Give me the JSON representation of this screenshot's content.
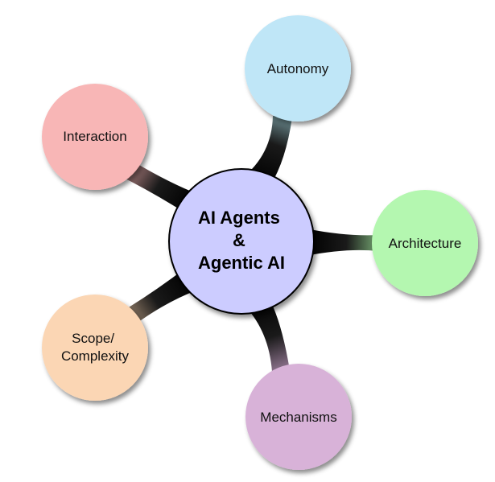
{
  "center": {
    "lines": [
      "AI Agents",
      "&",
      "Agentic AI"
    ],
    "color": "#ccccff"
  },
  "branches": [
    {
      "lines": [
        "Autonomy"
      ],
      "color": "#bfe6f7",
      "connector_color": "#a8e0e8"
    },
    {
      "lines": [
        "Architecture"
      ],
      "color": "#b4f7b0",
      "connector_color": "#a4f0a0"
    },
    {
      "lines": [
        "Mechanisms"
      ],
      "color": "#d8b2d8",
      "connector_color": "#c8a0c8"
    },
    {
      "lines": [
        "Scope/",
        "Complexity"
      ],
      "color": "#fbd6b4",
      "connector_color": "#e8c4a0"
    },
    {
      "lines": [
        "Interaction"
      ],
      "color": "#f8b6b6",
      "connector_color": "#e8a6a6"
    }
  ]
}
